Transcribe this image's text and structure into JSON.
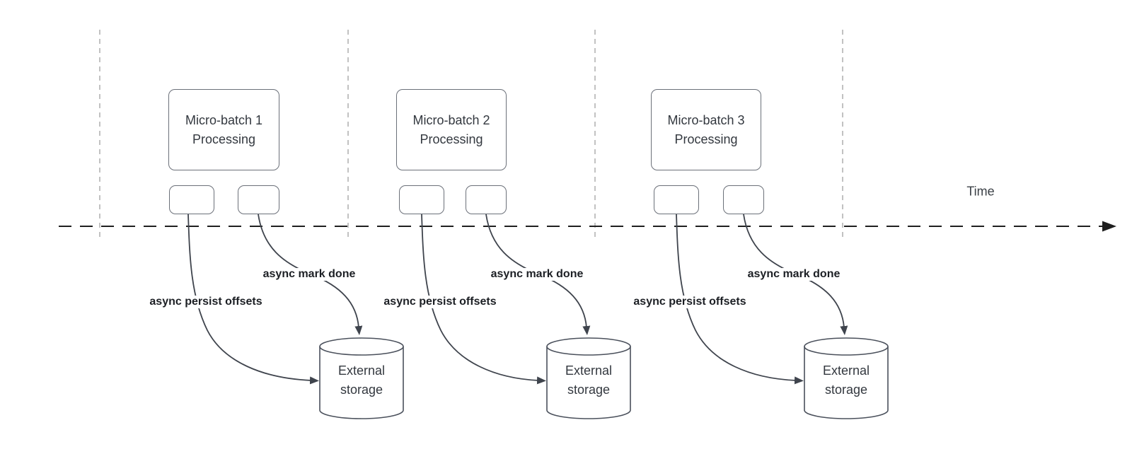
{
  "diagram": {
    "time_axis": {
      "label": "Time"
    },
    "sections": [
      {
        "batch_title": "Micro-batch 1",
        "batch_subtitle": "Processing",
        "persist_label": "async persist offsets",
        "mark_done_label": "async mark done",
        "storage_label": "External storage"
      },
      {
        "batch_title": "Micro-batch 2",
        "batch_subtitle": "Processing",
        "persist_label": "async persist offsets",
        "mark_done_label": "async mark done",
        "storage_label": "External storage"
      },
      {
        "batch_title": "Micro-batch 3",
        "batch_subtitle": "Processing",
        "persist_label": "async persist offsets",
        "mark_done_label": "async mark done",
        "storage_label": "External storage"
      }
    ],
    "colors": {
      "background": "#ffffff",
      "node_stroke": "#6b7079",
      "cylinder_stroke": "#4a505b",
      "connector_stroke": "#3f444d",
      "timeline_stroke": "#1f1f1f",
      "lane_divider_stroke": "#b3b3b3",
      "node_text": "#33383f",
      "edge_label_text": "#1c1f24"
    }
  }
}
